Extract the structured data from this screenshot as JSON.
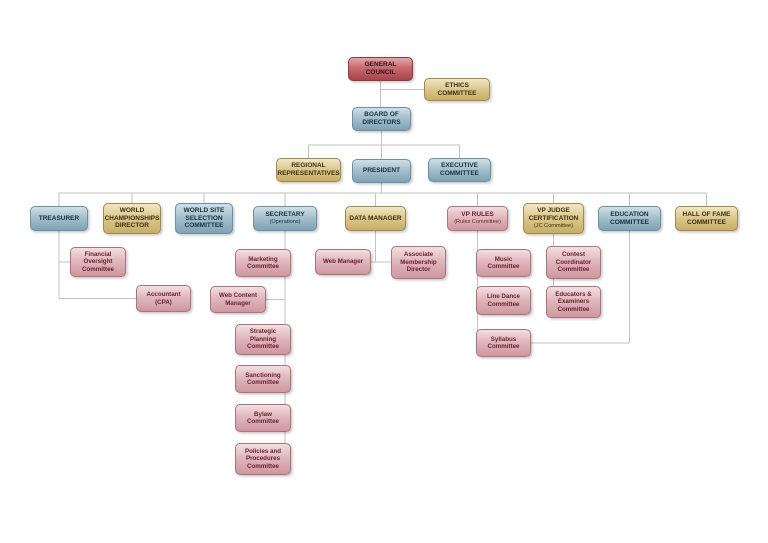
{
  "colors": {
    "maroon_box": "#a5434b",
    "blue_box": "#7fa2b3",
    "tan_box": "#c7ad67",
    "pink_box": "#cf97a0",
    "connector_line": "#c2c2c2",
    "background": "#ffffff"
  },
  "nodes": {
    "general_council": {
      "label": "GENERAL COUNCIL"
    },
    "ethics_committee": {
      "label": "ETHICS COMMITTEE"
    },
    "board_of_directors": {
      "label": "BOARD OF DIRECTORS"
    },
    "regional_representatives": {
      "label": "REGIONAL REPRESENTATIVES"
    },
    "president": {
      "label": "PRESIDENT"
    },
    "executive_committee": {
      "label": "EXECUTIVE COMMITTEE"
    },
    "treasurer": {
      "label": "TREASURER"
    },
    "world_championships_director": {
      "label": "WORLD CHAMPIONSHIPS DIRECTOR"
    },
    "world_site_selection_committee": {
      "label": "WORLD SITE SELECTION COMMITTEE"
    },
    "secretary": {
      "label": "SECRETARY",
      "sublabel": "(Operations)"
    },
    "data_manager": {
      "label": "DATA MANAGER"
    },
    "vp_rules": {
      "label": "VP RULES",
      "sublabel": "(Rules Committee)"
    },
    "vp_judge_certification": {
      "label": "VP JUDGE CERTIFICATION",
      "sublabel": "(JC Committee)"
    },
    "education_committee": {
      "label": "EDUCATION COMMITTEE"
    },
    "hall_of_fame_committee": {
      "label": "HALL OF FAME COMMITTEE"
    },
    "financial_oversight_committee": {
      "label": "Financial Oversight Committee"
    },
    "accountant_cpa": {
      "label": "Accountant (CPA)"
    },
    "marketing_committee": {
      "label": "Marketing Committee"
    },
    "web_content_manager": {
      "label": "Web Content Manager"
    },
    "strategic_planning_committee": {
      "label": "Strategic Planning Committee"
    },
    "sanctioning_committee": {
      "label": "Sanctioning Committee"
    },
    "bylaw_committee": {
      "label": "Bylaw Committee"
    },
    "policies_procedures_committee": {
      "label": "Policies and Procedures Committee"
    },
    "web_manager": {
      "label": "Web Manager"
    },
    "associate_membership_director": {
      "label": "Associate Membership Director"
    },
    "music_committee": {
      "label": "Music Committee"
    },
    "line_dance_committee": {
      "label": "Line Dance Committee"
    },
    "syllabus_committee": {
      "label": "Syllabus Committee"
    },
    "contest_coordinator_committee": {
      "label": "Contest Coordinator Committee"
    },
    "educators_examiners_committee": {
      "label": "Educators & Examiners Committee"
    }
  }
}
